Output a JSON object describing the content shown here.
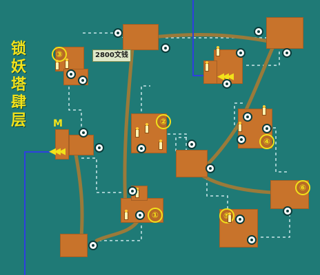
{
  "title": "锁妖塔肆层",
  "price_label": "2800文钱",
  "room_numbers": [
    "①",
    "②",
    "③",
    "④",
    "⑤",
    "⑥"
  ],
  "icons": {
    "entrance": "stairs-icon",
    "item": "candle-icon",
    "door": "gear-icon",
    "marker": "m-marker-icon"
  },
  "colors": {
    "background": "#1f7a76",
    "room": "#c8732b",
    "path": "#9a7a3a",
    "number": "#f2e21a",
    "route": "#2f3fe0"
  }
}
